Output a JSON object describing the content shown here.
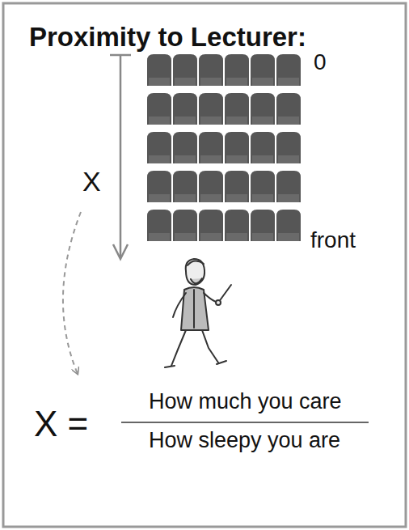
{
  "diagram": {
    "title": "Proximity to Lecturer:",
    "labels": [
      "0",
      "front",
      "X",
      "X =",
      "How much you care",
      "How sleepy you are"
    ]
  }
}
